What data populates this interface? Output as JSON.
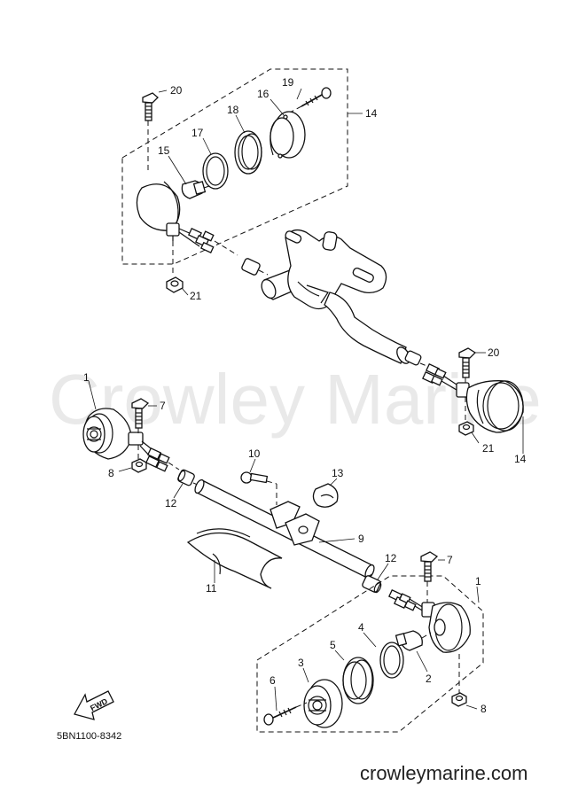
{
  "watermark": "Crowley Marine",
  "footer_url": "crowleymarine.com",
  "part_code": "5BN1100-8342",
  "fwd_label": "FWD",
  "callouts": {
    "c20_top": "20",
    "c19": "19",
    "c16": "16",
    "c18": "18",
    "c17": "17",
    "c15": "15",
    "c14_top": "14",
    "c21_top": "21",
    "c20_right": "20",
    "c21_right": "21",
    "c14_right": "14",
    "c1_left": "1",
    "c7_left": "7",
    "c8_left": "8",
    "c10": "10",
    "c13": "13",
    "c12_left": "12",
    "c9": "9",
    "c11": "11",
    "c12_right": "12",
    "c7_right": "7",
    "c1_right": "1",
    "c4": "4",
    "c5": "5",
    "c3": "3",
    "c6": "6",
    "c2": "2",
    "c8_right": "8"
  }
}
